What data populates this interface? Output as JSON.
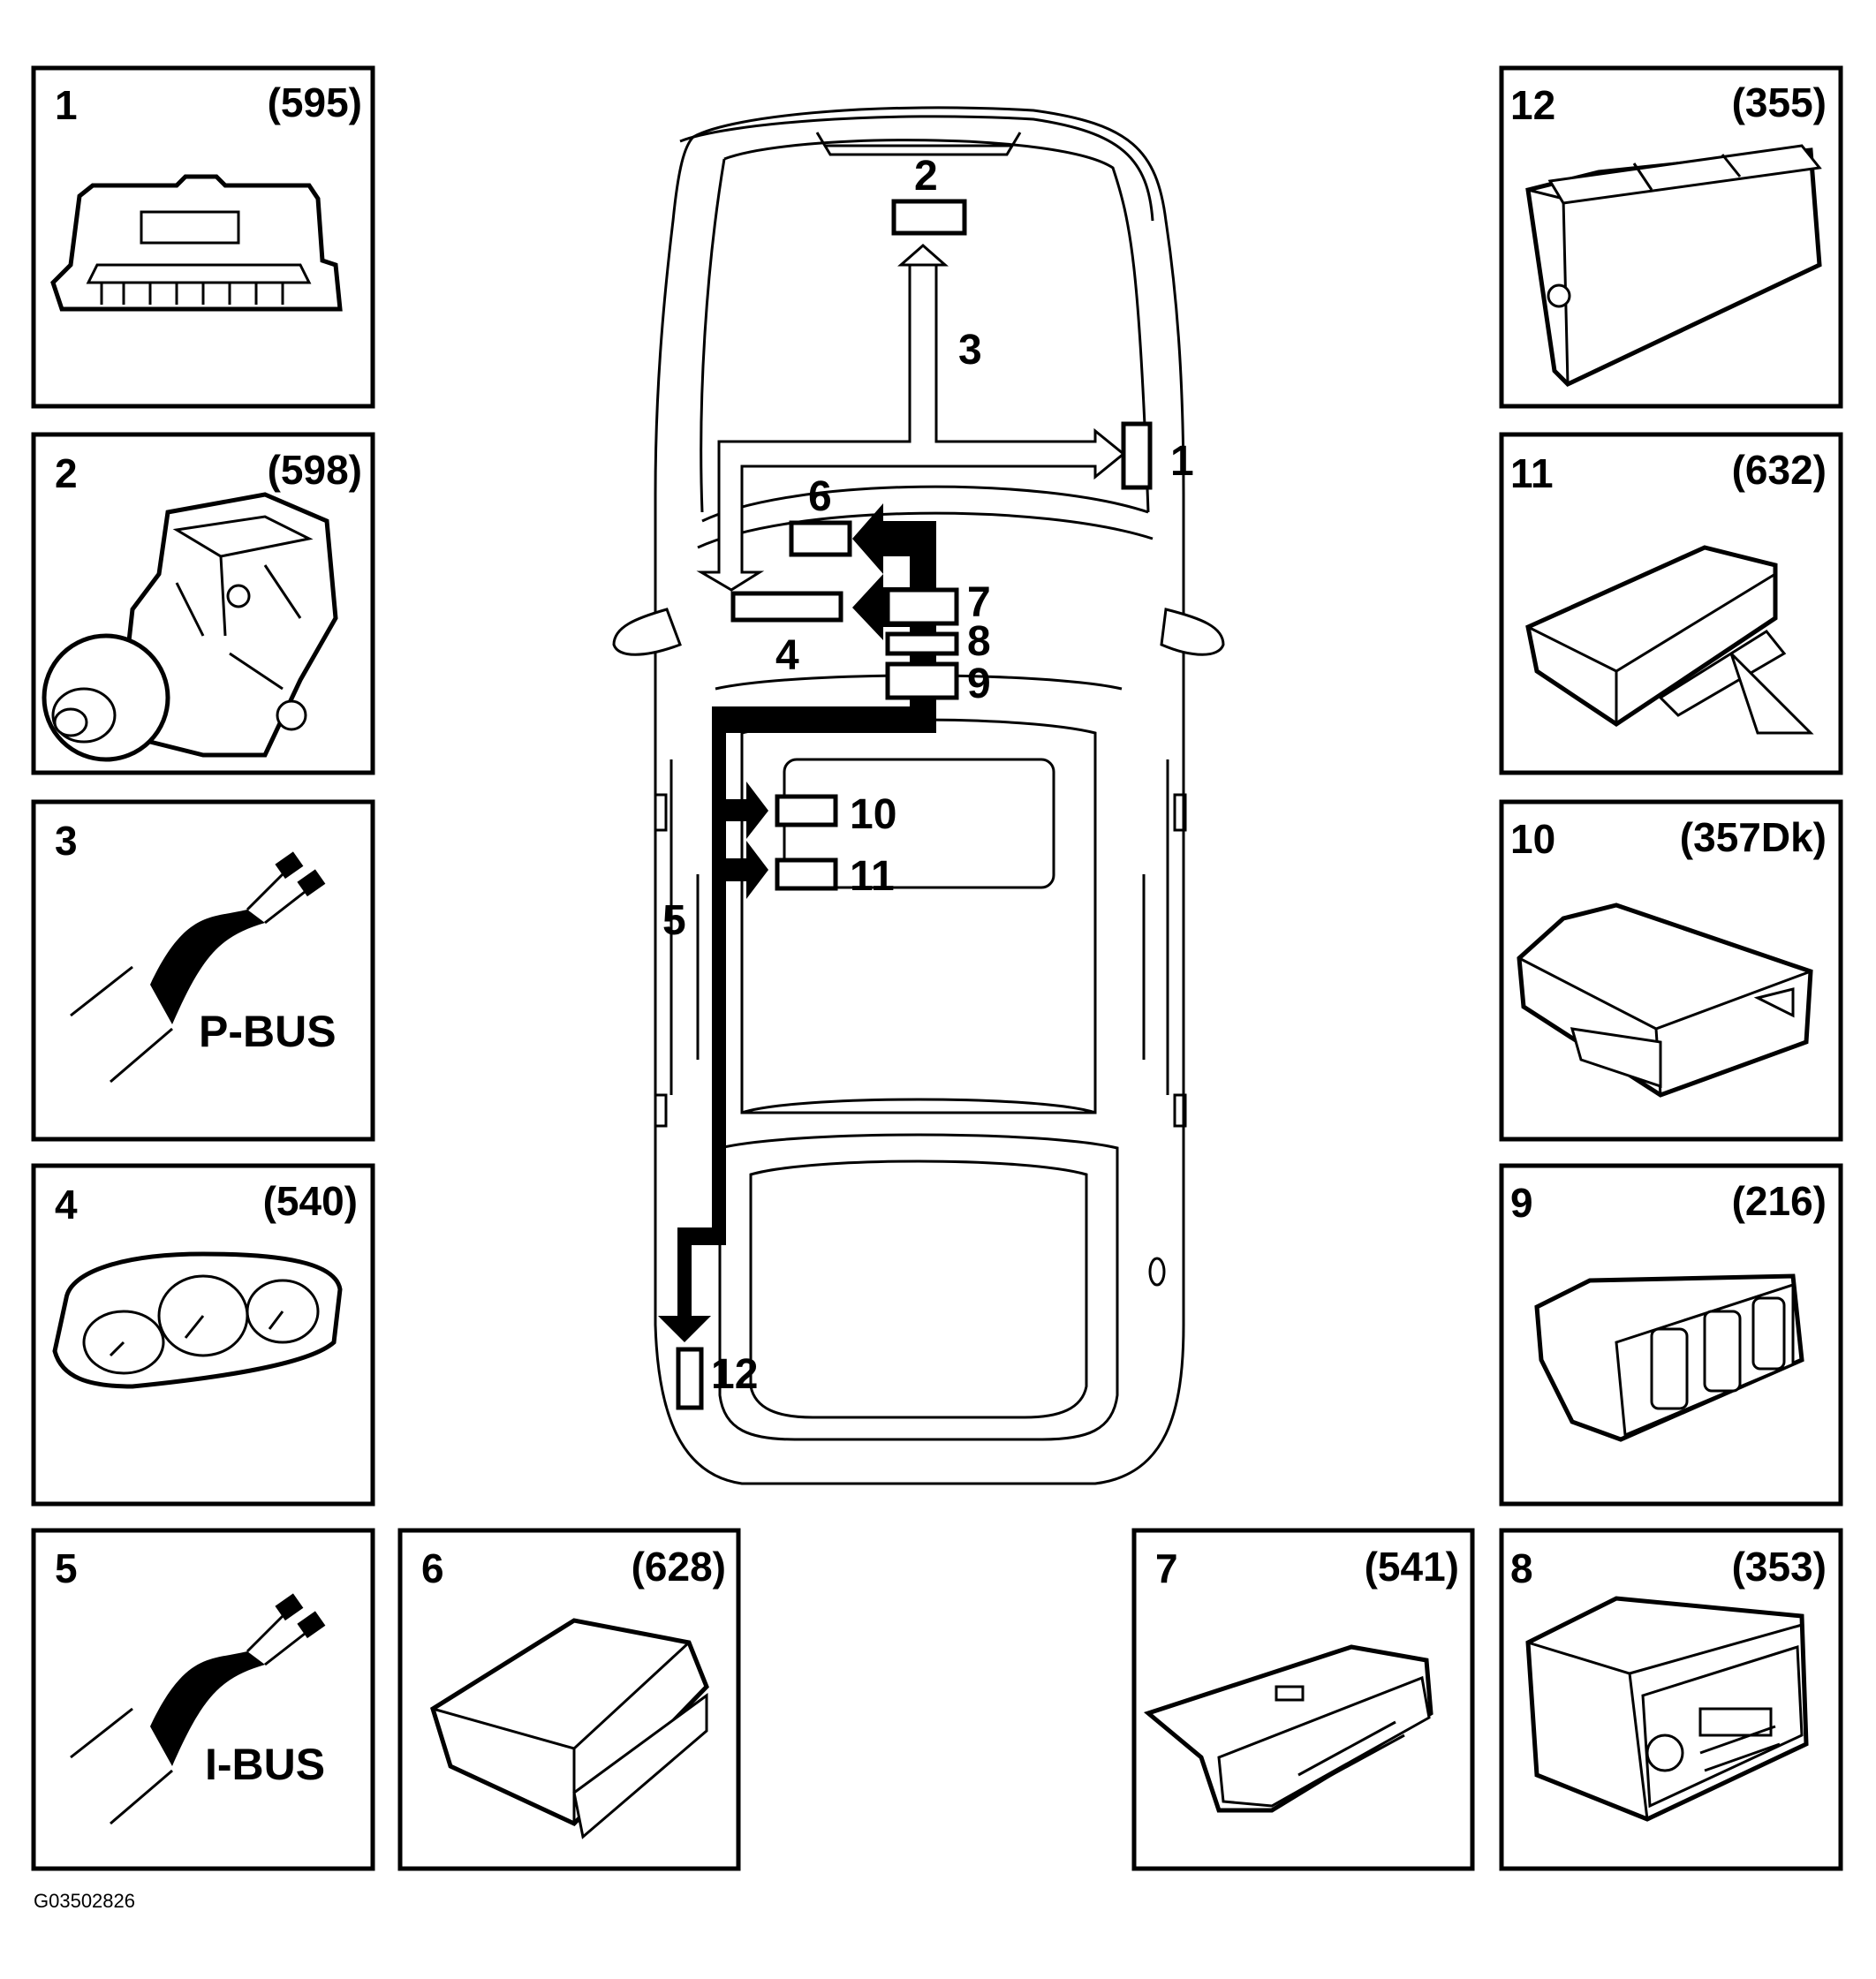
{
  "figure_ref": "G03502826",
  "panels": {
    "p1": {
      "num": "1",
      "code": "(595)"
    },
    "p2": {
      "num": "2",
      "code": "(598)"
    },
    "p3": {
      "num": "3",
      "bus": "P-BUS"
    },
    "p4": {
      "num": "4",
      "code": "(540)"
    },
    "p5": {
      "num": "5",
      "bus": "I-BUS"
    },
    "p6": {
      "num": "6",
      "code": "(628)"
    },
    "p7": {
      "num": "7",
      "code": "(541)"
    },
    "p8": {
      "num": "8",
      "code": "(353)"
    },
    "p9": {
      "num": "9",
      "code": "(216)"
    },
    "p10": {
      "num": "10",
      "code": "(357Dk)"
    },
    "p11": {
      "num": "11",
      "code": "(632)"
    },
    "p12": {
      "num": "12",
      "code": "(355)"
    }
  },
  "car_labels": {
    "l1": "1",
    "l2": "2",
    "l3": "3",
    "l4": "4",
    "l5": "5",
    "l6": "6",
    "l7": "7",
    "l8": "8",
    "l9": "9",
    "l10": "10",
    "l11": "11",
    "l12": "12"
  }
}
